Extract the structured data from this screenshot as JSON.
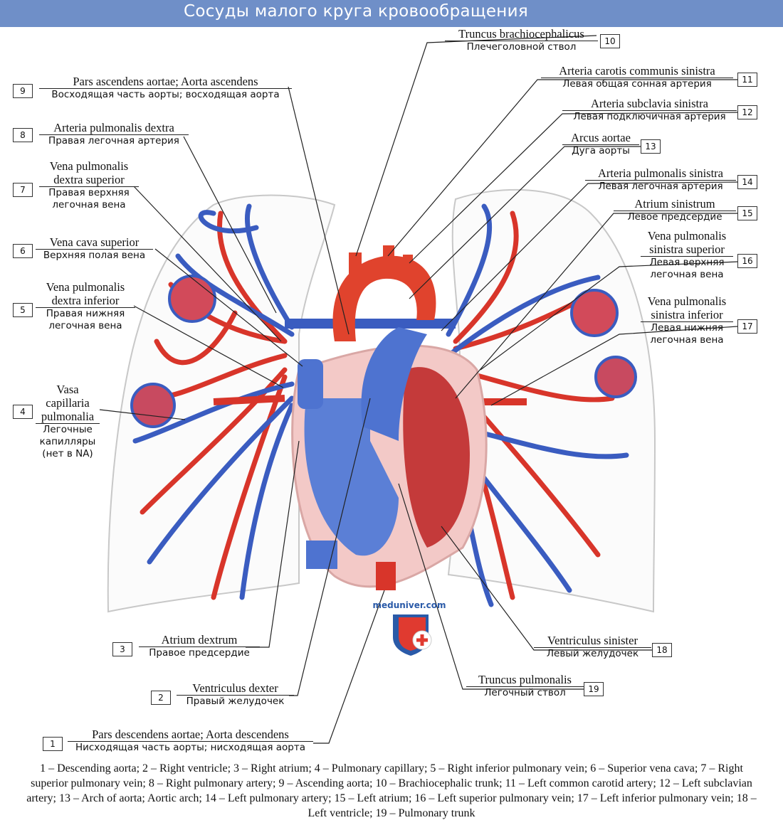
{
  "title": "Сосуды малого круга кровообращения",
  "watermark": "meduniver.com",
  "labels": [
    {
      "num": "1",
      "latin": "Pars descendens aortae; Aorta descendens",
      "russian": "Нисходящая часть аорты; нисходящая аорта"
    },
    {
      "num": "2",
      "latin": "Ventriculus dexter",
      "russian": "Правый желудочек"
    },
    {
      "num": "3",
      "latin": "Atrium dextrum",
      "russian": "Правое предсердие"
    },
    {
      "num": "4",
      "latin": "Vasa capillaria pulmonalia",
      "russian": "Легочные капилляры (нет в NA)"
    },
    {
      "num": "5",
      "latin": "Vena pulmonalis dextra inferior",
      "russian": "Правая нижняя легочная вена"
    },
    {
      "num": "6",
      "latin": "Vena cava superior",
      "russian": "Верхняя полая вена"
    },
    {
      "num": "7",
      "latin": "Vena pulmonalis dextra superior",
      "russian": "Правая верхняя легочная вена"
    },
    {
      "num": "8",
      "latin": "Arteria pulmonalis dextra",
      "russian": "Правая легочная артерия"
    },
    {
      "num": "9",
      "latin": "Pars ascendens aortae; Aorta ascendens",
      "russian": "Восходящая часть аорты; восходящая аорта"
    },
    {
      "num": "10",
      "latin": "Truncus brachiocephalicus",
      "russian": "Плечеголовной ствол"
    },
    {
      "num": "11",
      "latin": "Arteria carotis communis sinistra",
      "russian": "Левая общая сонная артерия"
    },
    {
      "num": "12",
      "latin": "Arteria subclavia sinistra",
      "russian": "Левая подключичная артерия"
    },
    {
      "num": "13",
      "latin": "Arcus aortae",
      "russian": "Дуга аорты"
    },
    {
      "num": "14",
      "latin": "Arteria pulmonalis sinistra",
      "russian": "Левая легочная артерия"
    },
    {
      "num": "15",
      "latin": "Atrium sinistrum",
      "russian": "Левое предсердие"
    },
    {
      "num": "16",
      "latin": "Vena pulmonalis sinistra superior",
      "russian": "Левая верхняя легочная вена"
    },
    {
      "num": "17",
      "latin": "Vena pulmonalis sinistra inferior",
      "russian": "Левая нижняя легочная вена"
    },
    {
      "num": "18",
      "latin": "Ventriculus sinister",
      "russian": "Левый желудочек"
    },
    {
      "num": "19",
      "latin": "Truncus pulmonalis",
      "russian": "Легочный ствол"
    }
  ],
  "caption": "1 – Descending aorta; 2 – Right ventricle; 3 – Right atrium; 4 – Pulmonary capillary; 5 – Right inferior pulmonary vein; 6 – Superior vena cava; 7 – Right superior pulmonary vein; 8 – Right pulmonary artery; 9 – Ascending aorta; 10 – Brachiocephalic trunk; 11 – Left common carotid artery; 12 – Left subclavian artery; 13 – Arch of aorta; Aortic arch; 14 – Left pulmonary artery; 15 – Left atrium; 16 – Left superior pulmonary vein; 17 – Left inferior pulmonary vein; 18 – Left ventricle; 19 – Pulmonary trunk",
  "colors": {
    "header": "#6f8fc8",
    "artery": "#d8352a",
    "vein": "#3a5cc0",
    "lung": "#ffffff",
    "heart_wall": "#f3c9c7"
  }
}
